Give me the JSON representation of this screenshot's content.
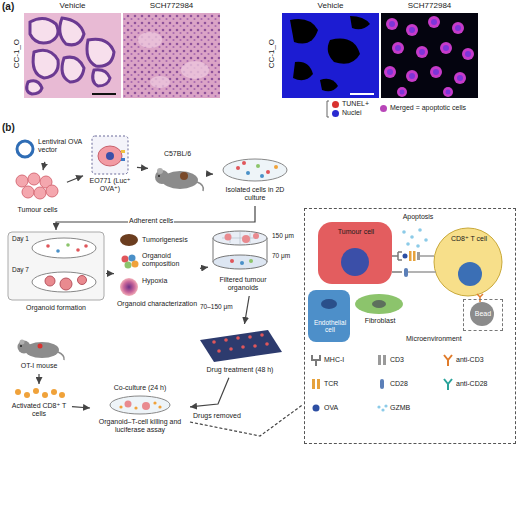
{
  "diagram": {
    "nodes": [
      {
        "text": [
          "Lentiviral OVA vector"
        ]
      },
      {
        "text": [
          "Tumour cells"
        ]
      },
      {
        "text": [
          "EO771 (Luc⁺ OVA⁺)"
        ]
      },
      {
        "text": [
          "C57BL/6"
        ]
      },
      {
        "text": [
          "Isolated cells in 2D culture"
        ]
      },
      {
        "text": [
          "Day 1",
          "Day 7",
          "Organoid formation"
        ]
      },
      {
        "text": [
          "Tumorigenesis",
          "Organoid composition",
          "Hypoxia",
          "Organoid characterization"
        ]
      },
      {
        "text": [
          "150 μm",
          "70 μm",
          "Filtered tumour organoids"
        ]
      },
      {
        "text": [
          "Drug treatment (48 h)"
        ]
      },
      {
        "text": [
          "OT-I mouse"
        ]
      },
      {
        "text": [
          "Activated CD8⁺ T cells"
        ]
      },
      {
        "text": [
          "Co-culture (24 h)",
          "Organoid–T-cell killing and luciferase assay"
        ]
      },
      {
        "text": [
          "Microenvironment"
        ]
      },
      {
        "text": [
          "Tumour cell"
        ],
        "in": 12
      },
      {
        "text": [
          "CD8⁺ T cell"
        ],
        "in": 12
      },
      {
        "text": [
          "Bead"
        ],
        "in": 12
      },
      {
        "text": [
          "Endothelial cell"
        ],
        "in": 12
      },
      {
        "text": [
          "Fibroblast"
        ],
        "in": 12
      }
    ],
    "edges": [
      {
        "from": 0,
        "to": 1,
        "arrow": "to"
      },
      {
        "from": 1,
        "to": 2,
        "arrow": "to"
      },
      {
        "from": 2,
        "to": 3,
        "arrow": "to"
      },
      {
        "from": 3,
        "to": 4,
        "arrow": "to"
      },
      {
        "from": 4,
        "to": 5,
        "label": "Adherent cells",
        "arrow": "to"
      },
      {
        "from": 5,
        "to": 6,
        "arrow": "to"
      },
      {
        "from": 6,
        "to": 7,
        "arrow": "to"
      },
      {
        "from": 7,
        "to": 8,
        "arrow": "to"
      },
      {
        "from": 8,
        "to": 11,
        "label": "Drugs removed",
        "arrow": "to"
      },
      {
        "from": 9,
        "to": 10,
        "arrow": "to"
      },
      {
        "from": 10,
        "to": 11,
        "arrow": "to"
      },
      {
        "from": 11,
        "to": 12,
        "arrow": "none"
      }
    ],
    "labels": [
      "(a)",
      "Vehicle",
      "SCH772984",
      "Vehicle",
      "SCH772984",
      "CC-1_O",
      "CC-1_O",
      "(b)",
      "70–150 μm",
      "Apoptosis"
    ],
    "legend": [
      {
        "text": "TUNEL+",
        "color": "#d8322f"
      },
      {
        "text": "Nuclei",
        "color": "#2a2ad0"
      },
      {
        "text": "Merged = apoptotic cells",
        "color": "#b845b8"
      },
      {
        "text": "MHC-I"
      },
      {
        "text": "CD3"
      },
      {
        "text": "anti-CD3"
      },
      {
        "text": "TCR"
      },
      {
        "text": "CD28"
      },
      {
        "text": "anti-CD28"
      },
      {
        "text": "OVA"
      },
      {
        "text": "GZMB"
      }
    ]
  }
}
